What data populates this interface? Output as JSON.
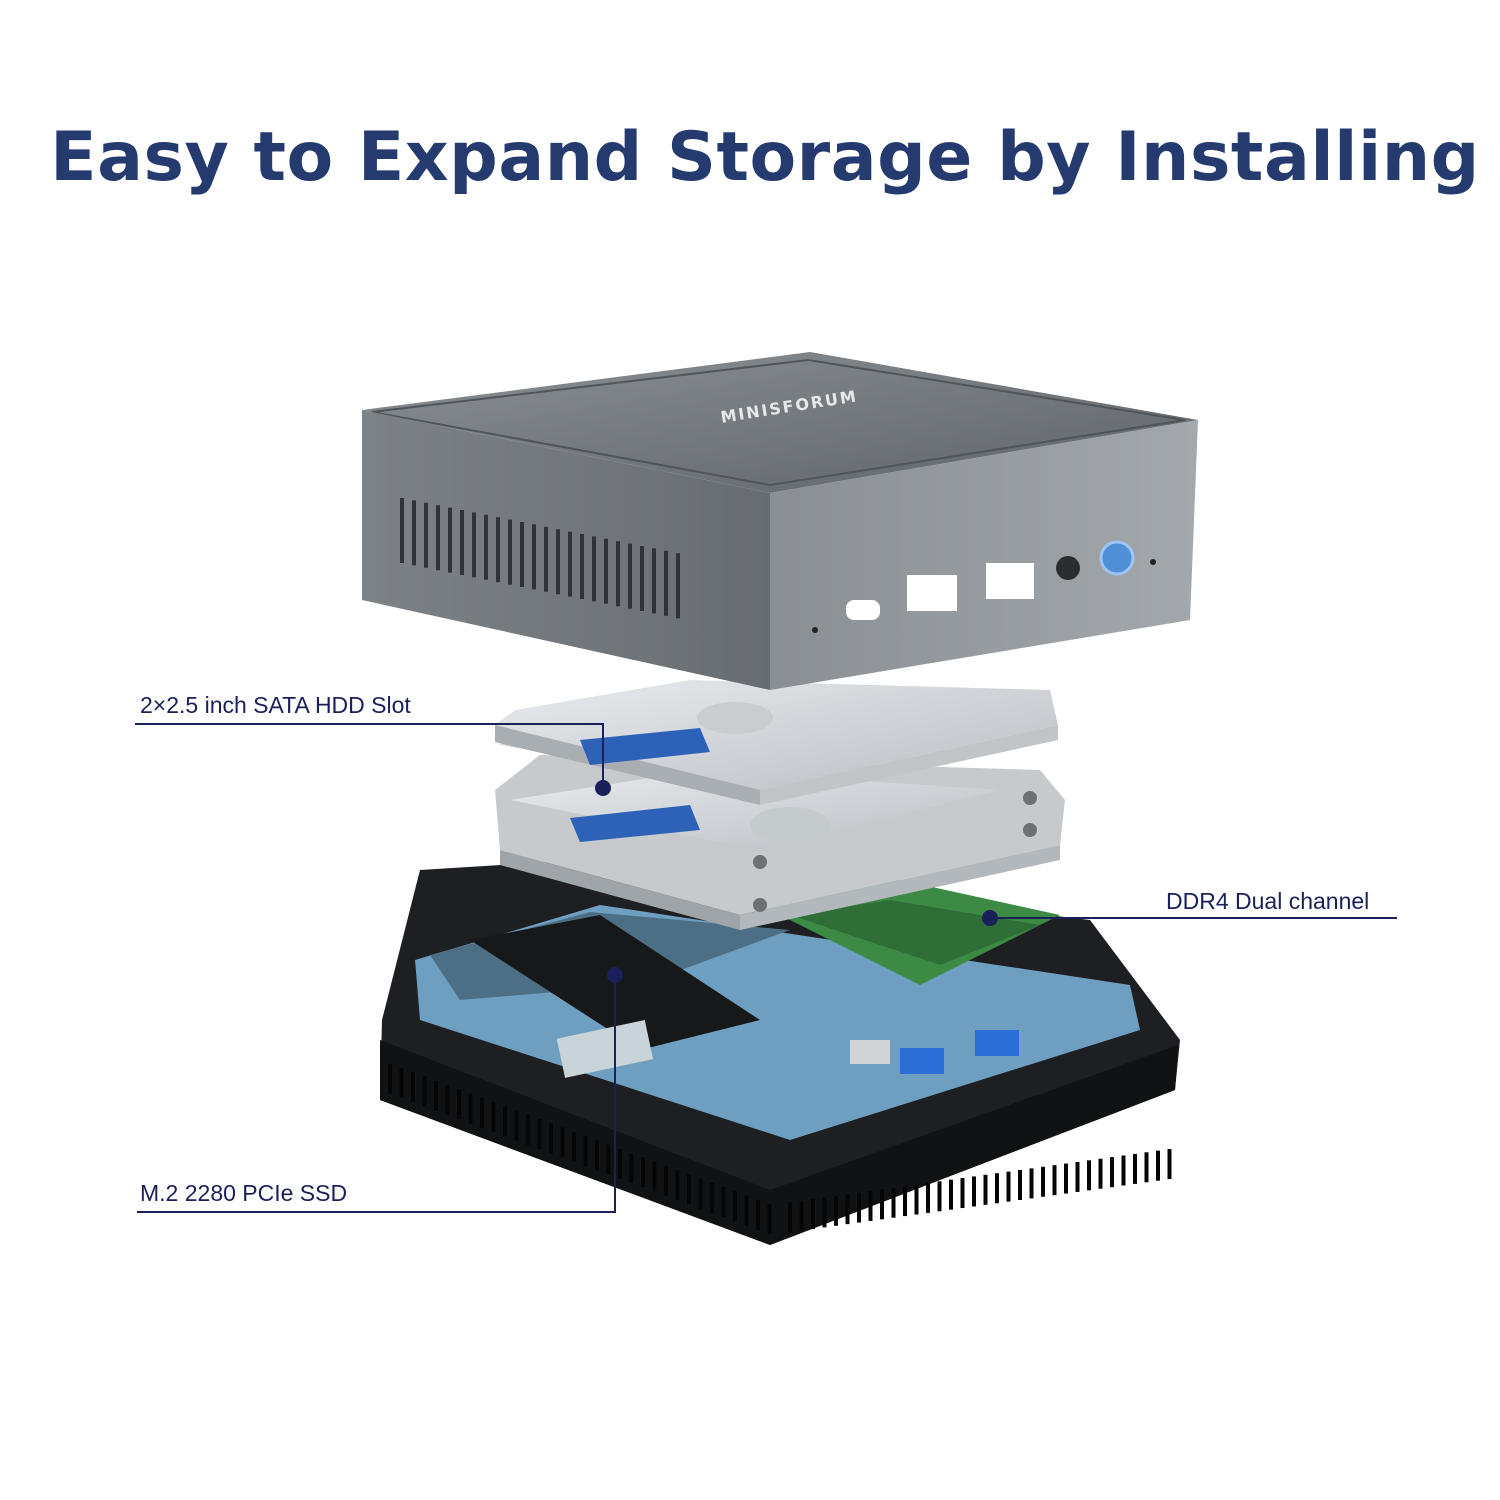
{
  "title": "Easy to Expand Storage by Installing",
  "brand_logo": "MINISFORUM",
  "callouts": {
    "hdd": "2×2.5 inch SATA HDD Slot",
    "ram": "DDR4 Dual channel",
    "ssd": "M.2 2280 PCIe SSD"
  },
  "colors": {
    "title": "#253a6e",
    "callout": "#1b1f5a",
    "case": "#6b7176",
    "base": "#1d1f22",
    "board": "#6f9fc0",
    "ram": "#3d8a45"
  }
}
